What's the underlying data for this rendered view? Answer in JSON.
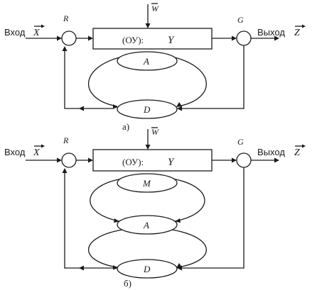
{
  "diagram_a": {
    "input_label": "Вход",
    "input_var": "X",
    "output_label": "Выход",
    "output_var": "Z",
    "disturbance_var": "W",
    "summator_in": "R",
    "summator_out": "G",
    "object_label": "(ОУ):",
    "object_var": "Y",
    "unit_upper": "A",
    "unit_lower": "D",
    "caption": "а)"
  },
  "diagram_b": {
    "input_label": "Вход",
    "input_var": "X",
    "output_label": "Выход",
    "output_var": "Z",
    "disturbance_var": "W",
    "summator_in": "R",
    "summator_out": "G",
    "object_label": "(ОУ):",
    "object_var": "Y",
    "unit_top": "M",
    "unit_middle": "A",
    "unit_bottom": "D",
    "caption": "б)"
  }
}
